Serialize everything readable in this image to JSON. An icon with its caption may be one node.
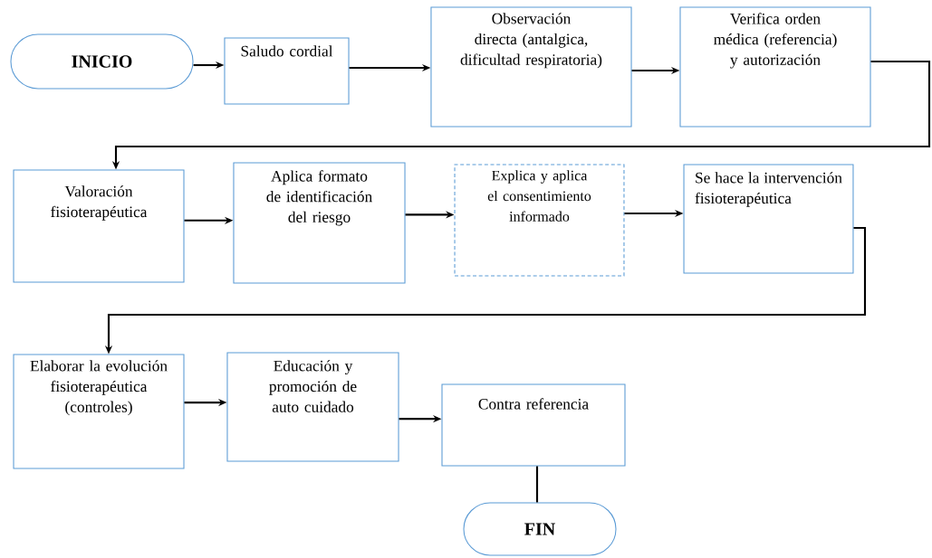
{
  "diagram": {
    "nodes": [
      {
        "text": [
          "INICIO"
        ]
      },
      {
        "text": [
          "Saludo cordial"
        ]
      },
      {
        "text": [
          "Observación directa (antalgica, dificultad respiratoria)"
        ]
      },
      {
        "text": [
          "Verifica orden médica (referencia) y autorización"
        ]
      },
      {
        "text": [
          "Valoración fisioterapéutica"
        ]
      },
      {
        "text": [
          "Aplica formato de identificación del riesgo"
        ]
      },
      {
        "text": [
          "Explica y aplica el consentimiento informado"
        ]
      },
      {
        "text": [
          "Se hace la intervención fisioterapéutica"
        ]
      },
      {
        "text": [
          "Elaborar la evolución fisioterapéutica (controles)"
        ]
      },
      {
        "text": [
          "Educación y promoción de auto cuidado"
        ]
      },
      {
        "text": [
          "Contra referencia"
        ]
      },
      {
        "text": [
          "FIN"
        ]
      }
    ],
    "edges": [
      {
        "from": 0,
        "to": 1,
        "arrow": "to"
      },
      {
        "from": 1,
        "to": 2,
        "arrow": "to"
      },
      {
        "from": 2,
        "to": 3,
        "arrow": "to"
      },
      {
        "from": 3,
        "to": 4,
        "arrow": "to"
      },
      {
        "from": 4,
        "to": 5,
        "arrow": "to"
      },
      {
        "from": 5,
        "to": 6,
        "arrow": "to"
      },
      {
        "from": 6,
        "to": 7,
        "arrow": "to"
      },
      {
        "from": 7,
        "to": 8,
        "arrow": "to"
      },
      {
        "from": 8,
        "to": 9,
        "arrow": "to"
      },
      {
        "from": 9,
        "to": 10,
        "arrow": "to"
      },
      {
        "from": 10,
        "to": 11,
        "arrow": "none"
      }
    ]
  }
}
